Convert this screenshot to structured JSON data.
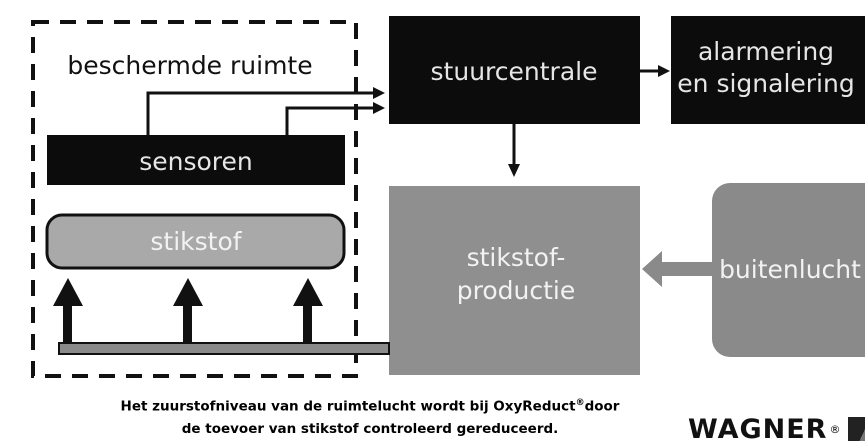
{
  "diagram": {
    "zone_label": "beschermde ruimte",
    "nodes": {
      "control_center": "stuurcentrale",
      "alarm_line1": "alarmering",
      "alarm_line2": "en signalering",
      "sensors": "sensoren",
      "nitrogen": "stikstof",
      "production_line1": "stikstof-",
      "production_line2": "productie",
      "outside_air": "buitenlucht"
    }
  },
  "caption": {
    "line1_before": "Het zuurstofniveau van de ruimtelucht wordt bij OxyReduct",
    "registered": "®",
    "line1_after": "door",
    "line2": "de toevoer van stikstof controleerd gereduceerd."
  },
  "logo": {
    "text": "WAGNER",
    "mark": "®"
  },
  "colors": {
    "dark_box": "#0c0c0c",
    "gray_box": "#8f8f8f",
    "nitrogen_fill": "#a9a9a9",
    "outside_air_fill": "#8a8a8a",
    "line": "#111111"
  }
}
